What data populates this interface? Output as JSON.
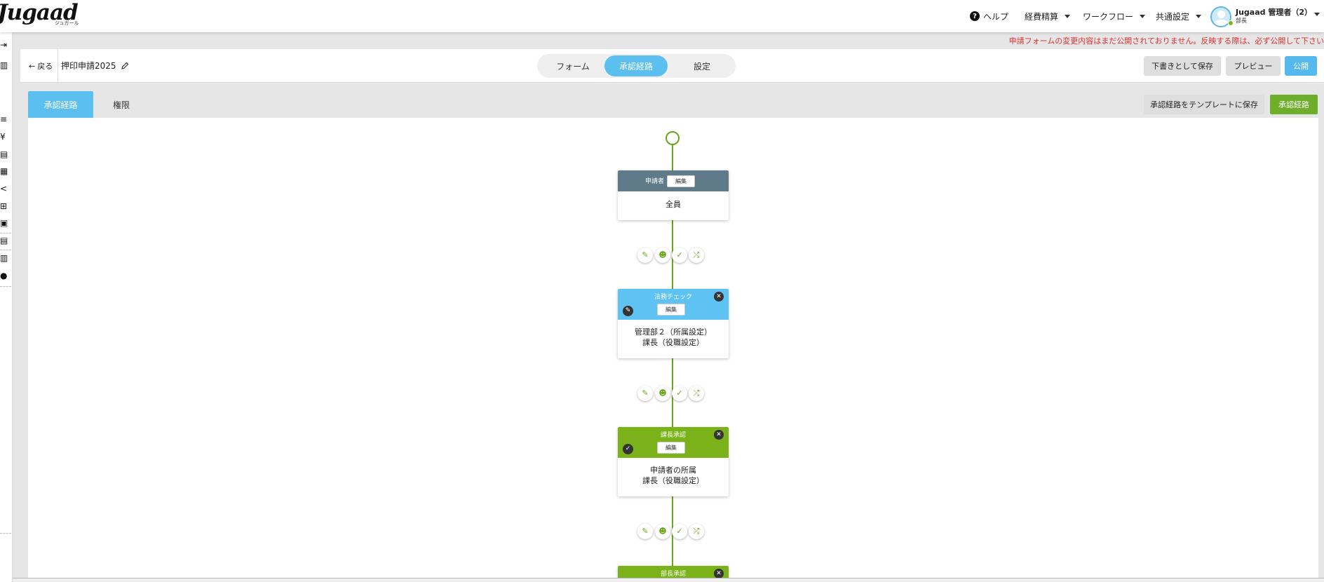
{
  "app": {
    "logo": "Jugaad",
    "logo_sub": "ジュガール"
  },
  "nav": {
    "help": "ヘルプ",
    "menus": [
      "経費精算",
      "ワークフロー",
      "共通設定"
    ],
    "user_name": "Jugaad 管理者（2）",
    "user_role": "部長"
  },
  "notice": "申請フォームの変更内容はまだ公開されておりません。反映する際は、必ず公開して下さい",
  "editor": {
    "back": "戻る",
    "form_title": "押印申請2025",
    "segments": [
      "フォーム",
      "承認経路",
      "設定"
    ],
    "active_segment": "承認経路",
    "save_draft": "下書きとして保存",
    "preview": "プレビュー",
    "publish": "公開"
  },
  "tabs": {
    "items": [
      "承認経路",
      "権限"
    ],
    "active": "承認経路"
  },
  "toolbar": {
    "save_template": "承認経路をテンプレートに保存",
    "route": "承認経路"
  },
  "flow": {
    "edit_label": "編集",
    "nodes": [
      {
        "title": "申請者",
        "body_lines": [
          "全員"
        ],
        "color": "#5f7b8a"
      },
      {
        "title": "法務チェック",
        "body_lines": [
          "管理部２（所属設定）",
          "課長（役職設定）"
        ],
        "color": "#5ec2f2"
      },
      {
        "title": "課長承認",
        "body_lines": [
          "申請者の所属",
          "課長（役職設定）"
        ],
        "color": "#7bb219"
      },
      {
        "title": "部長承認",
        "body_lines": [],
        "color": "#7bb219"
      }
    ],
    "action_icons": [
      "pencil-icon",
      "add-user-icon",
      "check-icon",
      "shuffle-icon"
    ]
  },
  "colors": {
    "accent_blue": "#5bc0f0",
    "accent_green": "#7bb219",
    "warning_red": "#e03030"
  }
}
